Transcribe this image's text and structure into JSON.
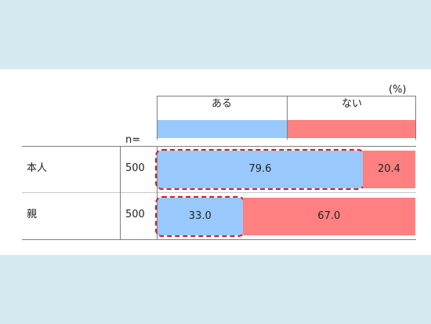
{
  "unit": "(%)",
  "n_label": "n=",
  "colors": {
    "yes": "#99c9fc",
    "no": "#ff8080",
    "highlight": "#d8191f"
  },
  "chart_data": {
    "type": "bar",
    "orientation": "horizontal",
    "stacked": true,
    "categories": [
      "本人",
      "親"
    ],
    "n": [
      "500",
      "500"
    ],
    "series": [
      {
        "name": "ある",
        "values": [
          79.6,
          33.0
        ],
        "labels": [
          "79.6",
          "33.0"
        ]
      },
      {
        "name": "ない",
        "values": [
          20.4,
          67.0
        ],
        "labels": [
          "20.4",
          "67.0"
        ]
      }
    ],
    "xlim": [
      0,
      100
    ],
    "highlighted": "ある"
  }
}
